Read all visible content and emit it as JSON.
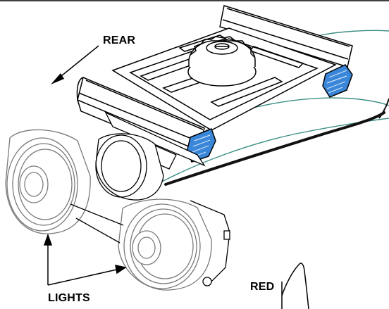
{
  "labels": {
    "rear": "REAR",
    "lights": "LIGHTS",
    "red": "RED"
  },
  "icons": {
    "rear_arrow": "arrow-icon",
    "lights_pointer": "pointer-lines-icon"
  },
  "colors": {
    "line": "#000000",
    "wheel": "#7a7a7a",
    "accent_blue": "#3a86d9",
    "teal_outline": "#3b8e86",
    "background": "#ffffff"
  }
}
